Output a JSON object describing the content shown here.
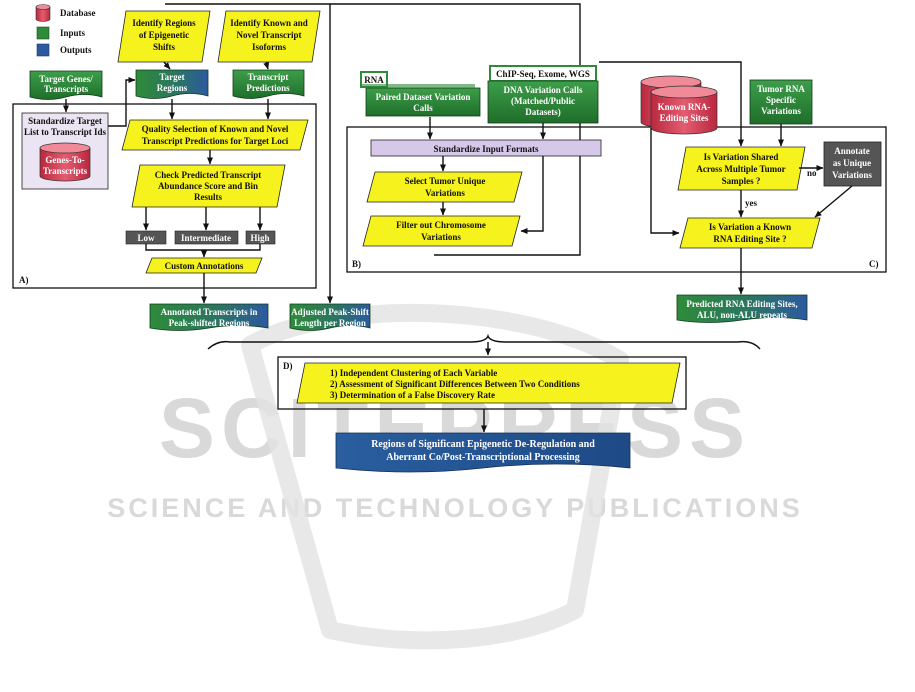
{
  "legend": [
    {
      "label": "Database",
      "color": "#d9465a"
    },
    {
      "label": "Inputs",
      "color": "#2e8b3a"
    },
    {
      "label": "Outputs",
      "color": "#2c5aa0"
    }
  ],
  "panels": {
    "a": "A)",
    "b": "B)",
    "c": "C)",
    "d": "D)"
  },
  "panel_a": {
    "identify_regions": [
      "Identify Regions",
      "of Epigenetic",
      "Shifts"
    ],
    "identify_isoforms": [
      "Identify Known and",
      "Novel Transcript",
      "Isoforms"
    ],
    "target_genes": [
      "Target Genes/",
      "Transcripts"
    ],
    "target_regions": [
      "Target",
      "Regions"
    ],
    "transcript_predictions": [
      "Transcript",
      "Predictions"
    ],
    "standardize_target": [
      "Standardize Target",
      "List to Transcript Ids"
    ],
    "genes_db": [
      "Genes-To-",
      "Transcripts"
    ],
    "quality_selection": [
      "Quality Selection of Known and Novel",
      "Transcript Predictions for Target Loci"
    ],
    "check_predicted": [
      "Check Predicted Transcript",
      "Abundance Score and Bin",
      "Results"
    ],
    "bins": [
      "Low",
      "Intermediate",
      "High"
    ],
    "custom_annotations": "Custom Annotations",
    "out_annotated": [
      "Annotated Transcripts in",
      "Peak-shifted Regions"
    ],
    "out_peakshift": [
      "Adjusted Peak-Shift",
      "Length per Region"
    ]
  },
  "panel_b": {
    "rna_tag": "RNA",
    "paired": [
      "Paired Dataset Variation",
      "Calls"
    ],
    "dna_tag": "ChIP-Seq, Exome, WGS",
    "dna_calls": [
      "DNA Variation Calls",
      "(Matched/Public",
      "Datasets)"
    ],
    "standardize_formats": "Standardize Input Formats",
    "select_tumor": [
      "Select Tumor Unique",
      "Variations"
    ],
    "filter_out": [
      "Filter out Chromosome",
      "Variations"
    ]
  },
  "panel_c": {
    "known_rna_db": [
      "Known RNA-",
      "Editing Sites"
    ],
    "tumor_specific": [
      "Tumor RNA",
      "Specific",
      "Variations"
    ],
    "shared_decision": [
      "Is Variation Shared",
      "Across Multiple Tumor",
      "Samples ?"
    ],
    "no_label": "no",
    "yes_label": "yes",
    "annotate_unique": [
      "Annotate",
      "as Unique",
      "Variations"
    ],
    "known_site": [
      "Is Variation a Known",
      "RNA Editing Site ?"
    ],
    "out_predicted": [
      "Predicted RNA Editing Sites,",
      "ALU, non-ALU repeats"
    ]
  },
  "panel_d": {
    "steps": [
      "1)  Independent Clustering of Each Variable",
      "2)  Assessment of Significant Differences Between Two Conditions",
      "3)  Determination of a False Discovery Rate"
    ],
    "final_output": [
      "Regions of Significant Epigenetic De-Regulation and",
      "Aberrant Co/Post-Transcriptional Processing"
    ]
  },
  "watermark": {
    "big": "SCITEPRESS",
    "small": "SCIENCE AND TECHNOLOGY PUBLICATIONS"
  },
  "colors": {
    "process": "#f5f21e",
    "input": "#2e8b3a",
    "output": "#2c5aa0",
    "database": "#d9465a",
    "panel": "#eae4f3",
    "bin": "#555555"
  }
}
